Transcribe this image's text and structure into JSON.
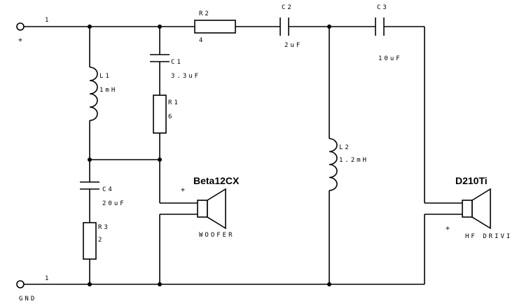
{
  "terminals": {
    "input_plus": {
      "node": "1",
      "sign": "+"
    },
    "input_gnd": {
      "node": "1",
      "name": "GND"
    }
  },
  "components": {
    "l1": {
      "ref": "L1",
      "value": "1mH"
    },
    "c1": {
      "ref": "C1",
      "value": "3.3uF"
    },
    "r1": {
      "ref": "R1",
      "value": "6"
    },
    "r2": {
      "ref": "R2",
      "value": "4"
    },
    "c2": {
      "ref": "C2",
      "value": "2uF"
    },
    "c3": {
      "ref": "C3",
      "value": "10uF"
    },
    "l2": {
      "ref": "L2",
      "value": "1.2mH"
    },
    "c4": {
      "ref": "C4",
      "value": "20uF"
    },
    "r3": {
      "ref": "R3",
      "value": "2"
    }
  },
  "drivers": {
    "woofer": {
      "model": "Beta12CX",
      "label": "WOOFER",
      "polarity": "+"
    },
    "hf": {
      "model": "D210Ti",
      "label": "HF DRIVI",
      "polarity": "+"
    }
  }
}
